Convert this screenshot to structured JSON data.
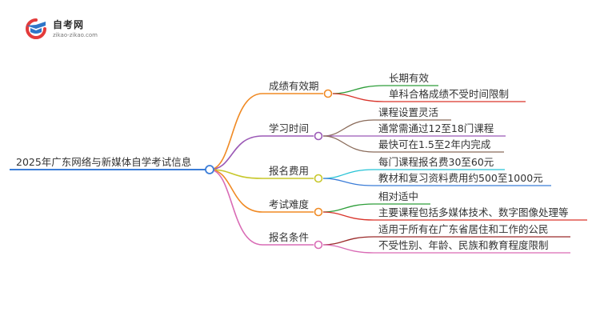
{
  "logo": {
    "title": "自考网",
    "url": "zikao-zikao.com",
    "colors": {
      "red": "#e33b3b",
      "blue": "#2f76c8"
    }
  },
  "mindmap": {
    "root": "2025年广东网络与新媒体自学考试信息",
    "root_color": "#3b7dd8",
    "branches": [
      {
        "label": "成绩有效期",
        "color": "#f08a24",
        "children": [
          {
            "label": "长期有效",
            "color": "#2e9e3a"
          },
          {
            "label": "单科合格成绩不受时间限制",
            "color": "#d9342b"
          }
        ]
      },
      {
        "label": "学习时间",
        "color": "#9b59b6",
        "children": [
          {
            "label": "课程设置灵活",
            "color": "#8a6b5a"
          },
          {
            "label": "通常需通过12至18门课程",
            "color": "#9b59b6"
          },
          {
            "label": "最快可在1.5至2年内完成",
            "color": "#8a6b5a"
          }
        ]
      },
      {
        "label": "报名费用",
        "color": "#c7c72a",
        "children": [
          {
            "label": "每门课程报名费30至60元",
            "color": "#27c3d6"
          },
          {
            "label": "教材和复习资料费用约500至1000元",
            "color": "#3b7dd8"
          }
        ]
      },
      {
        "label": "考试难度",
        "color": "#f08a24",
        "children": [
          {
            "label": "相对适中",
            "color": "#2e9e3a"
          },
          {
            "label": "主要课程包括多媒体技术、数字图像处理等",
            "color": "#d9342b"
          }
        ]
      },
      {
        "label": "报名条件",
        "color": "#d96bb5",
        "children": [
          {
            "label": "适用于所有在广东省居住和工作的公民",
            "color": "#9b2a2a"
          },
          {
            "label": "不受性别、年龄、民族和教育程度限制",
            "color": "#d96bb5"
          }
        ]
      }
    ]
  }
}
